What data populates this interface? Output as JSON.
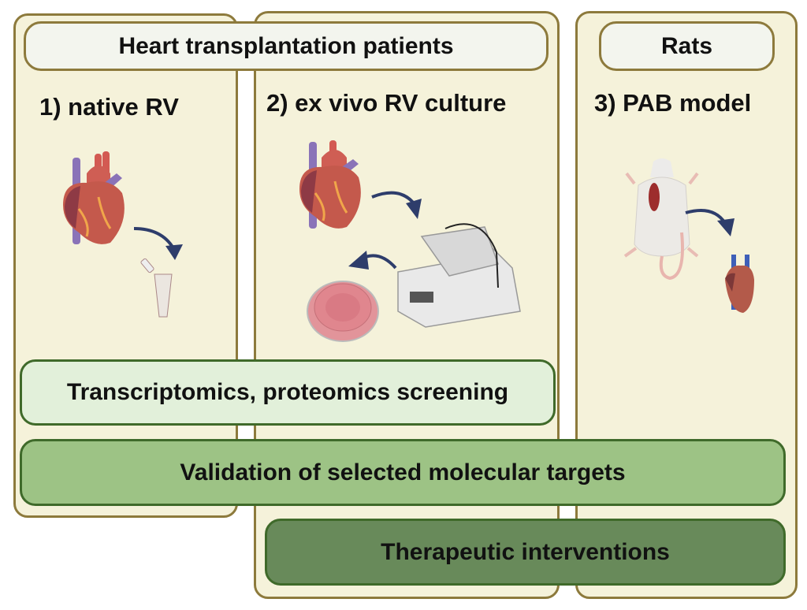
{
  "groups": {
    "human": {
      "label": "Heart transplantation patients"
    },
    "rats": {
      "label": "Rats"
    }
  },
  "models": [
    {
      "label": "1) native RV",
      "illustration": [
        "heart-icon",
        "arrow-icon",
        "sample-tube-icon"
      ]
    },
    {
      "label": "2) ex vivo RV culture",
      "illustration": [
        "heart-icon",
        "arrow-icon",
        "vibratome-icon",
        "arrow-icon",
        "petri-dish-icon"
      ]
    },
    {
      "label": "3) PAB model",
      "illustration": [
        "rat-icon",
        "arrow-icon",
        "rat-heart-icon"
      ]
    }
  ],
  "steps": [
    {
      "label": "Transcriptomics, proteomics screening",
      "color": "#e2f0da"
    },
    {
      "label": "Validation of selected molecular targets",
      "color": "#9dc385"
    },
    {
      "label": "Therapeutic interventions",
      "color": "#688a5a"
    }
  ],
  "colors": {
    "panel_fill": "#f5f2da",
    "panel_border": "#8d7a3c",
    "arrow": "#2e3d6b"
  }
}
